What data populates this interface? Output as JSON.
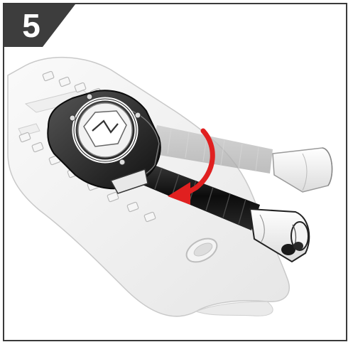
{
  "step": {
    "number": "5",
    "badge_color": "#3d3d3d"
  },
  "illustration": {
    "subject": "ski-binding-strap-with-buckle",
    "arrow_color": "#e02020",
    "arrow_direction": "clockwise-rotation-down"
  }
}
